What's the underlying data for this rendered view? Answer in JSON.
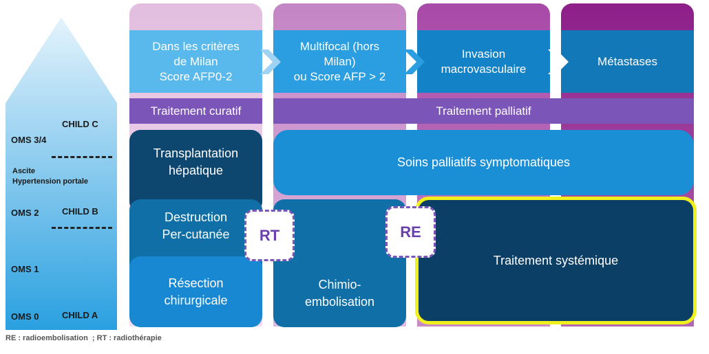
{
  "stages": [
    {
      "label": "Dans les critères\nde Milan\nScore AFP0-2",
      "color": "#5ab9ec",
      "top_color": "#e2bddf"
    },
    {
      "label": "Multifocal (hors\nMilan)\nou Score AFP > 2",
      "color": "#2a9ee0",
      "top_color": "#c485c4"
    },
    {
      "label": "Invasion\nmacrovasculaire",
      "color": "#1482c6",
      "top_color": "#a84aa8"
    },
    {
      "label": "Métastases",
      "color": "#1378b8",
      "top_color": "#8e1f8a"
    }
  ],
  "bands": {
    "curative": "Traitement curatif",
    "palliative": "Traitement palliatif"
  },
  "treatments": {
    "transplant": "Transplantation\nhépatique",
    "destruction": "Destruction\nPer-cutanée",
    "resection": "Résection\nchirurgicale",
    "soins": "Soins palliatifs symptomatiques",
    "chimio": "Chimio-\nembolisation",
    "systemique": "Traitement systémique"
  },
  "tags": {
    "rt": "RT",
    "re": "RE"
  },
  "scale": {
    "child_c": "CHILD C",
    "oms_34": "OMS 3/4",
    "ascite": "Ascite",
    "hypertension": "Hypertension portale",
    "oms_2": "OMS 2",
    "child_b": "CHILD B",
    "oms_1": "OMS 1",
    "oms_0": "OMS 0",
    "child_a": "CHILD A"
  },
  "footnote": "RE : radioembolisation  ; RT : radiothérapie",
  "colors": {
    "band": "#7b55b8",
    "dark_navy": "#0c3f66",
    "mid_blue": "#0f6fa6",
    "bright_blue": "#1a8fd6",
    "highlight_border": "#f0f01e"
  }
}
